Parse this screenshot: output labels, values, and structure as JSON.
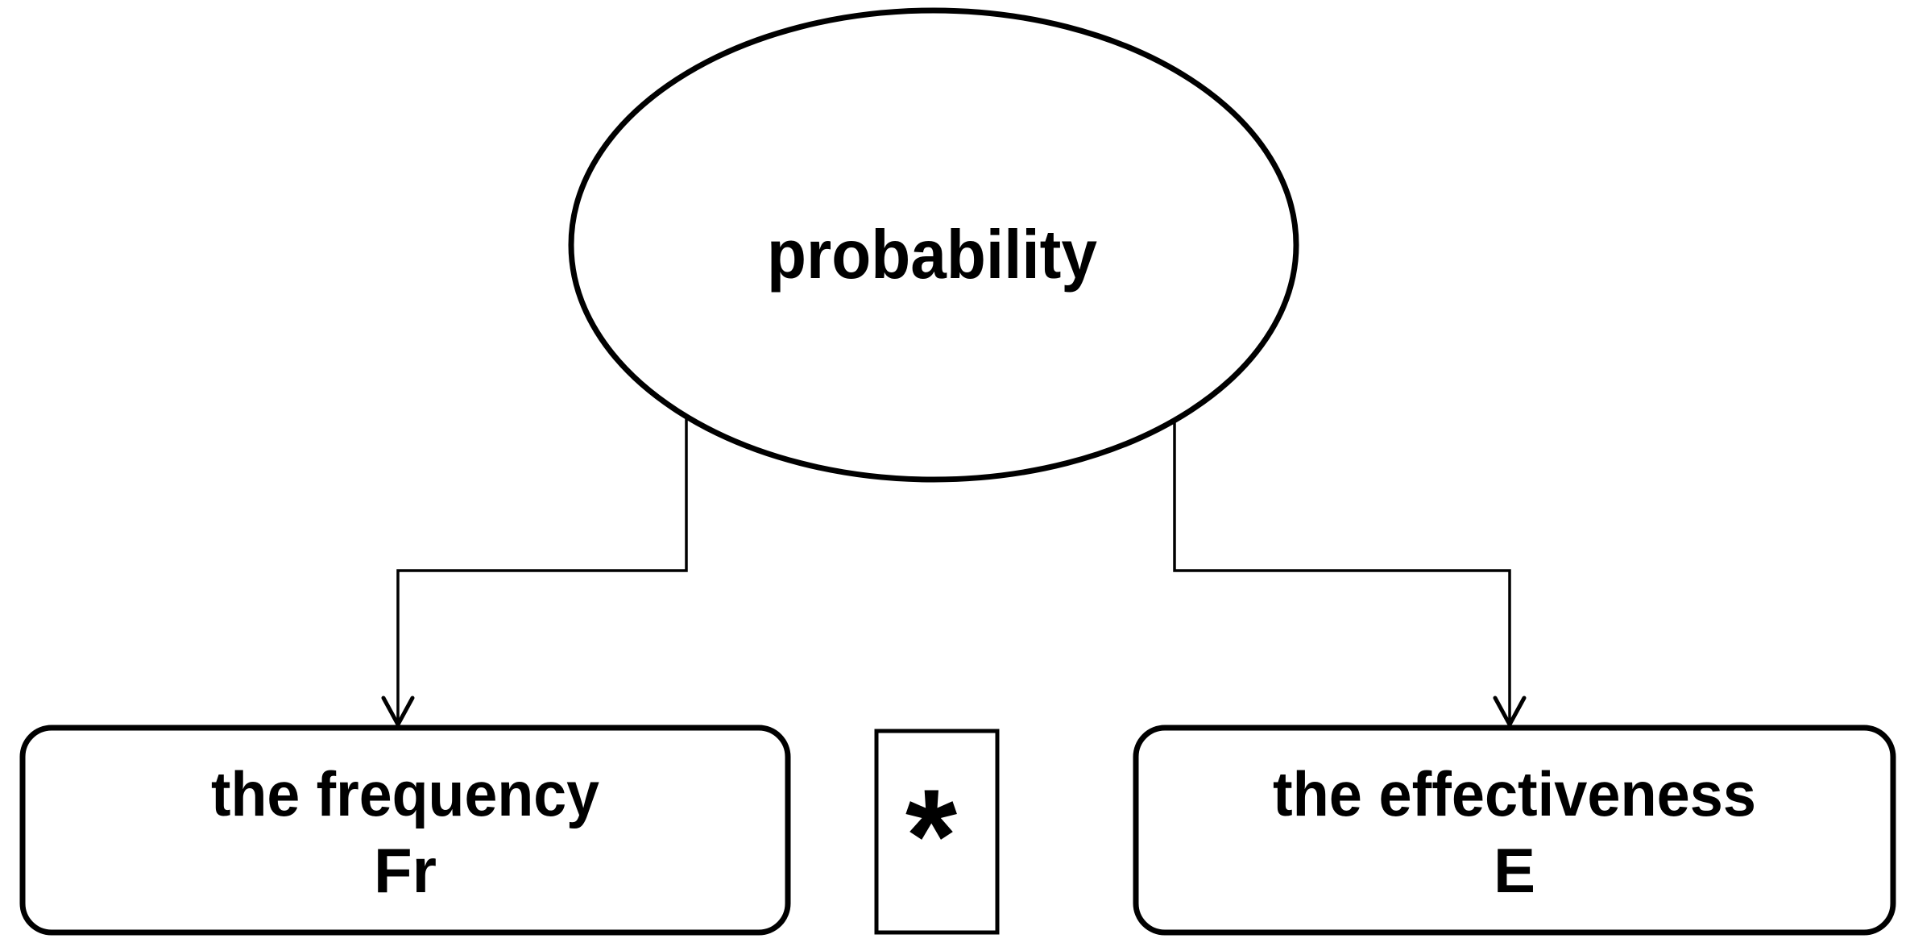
{
  "canvas": {
    "background_color": "#ffffff",
    "line_color": "#000000",
    "text_color": "#000000"
  },
  "root_node": {
    "label": "probability"
  },
  "left_node": {
    "line1": "the frequency",
    "line2": "Fr"
  },
  "operator_node": {
    "symbol": "*"
  },
  "right_node": {
    "line1": "the effectiveness",
    "line2": "E"
  }
}
